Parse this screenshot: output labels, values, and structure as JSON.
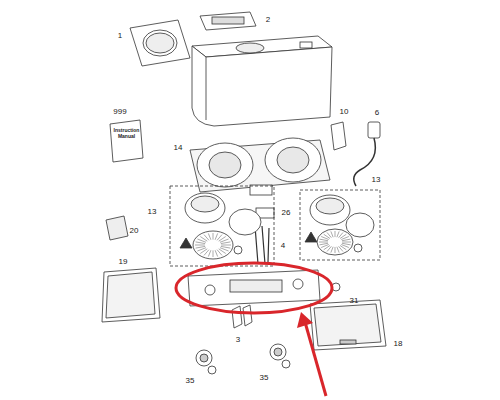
{
  "diagram": {
    "nodes": [
      {
        "text": [
          "Instruction Manual"
        ]
      }
    ],
    "labels": [
      "1",
      "2",
      "999",
      "10",
      "6",
      "14",
      "13",
      "26",
      "13",
      "4",
      "20",
      "19",
      "31",
      "18",
      "3",
      "35",
      "35"
    ]
  }
}
